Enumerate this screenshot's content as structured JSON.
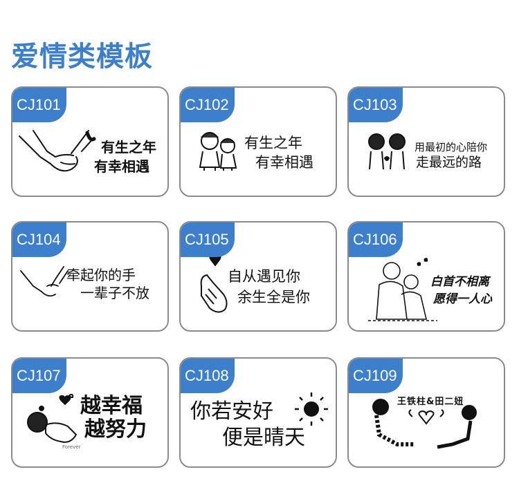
{
  "page": {
    "title": "爱情类模板"
  },
  "cards": [
    {
      "code": "CJ101",
      "lines": [
        "有生之年",
        "有幸相遇"
      ]
    },
    {
      "code": "CJ102",
      "lines": [
        "有生之年",
        "有幸相遇"
      ]
    },
    {
      "code": "CJ103",
      "lines": [
        "用最初的心陪你",
        "走最远的路"
      ]
    },
    {
      "code": "CJ104",
      "lines": [
        "牵起你的手",
        "一辈子不放"
      ]
    },
    {
      "code": "CJ105",
      "lines": [
        "自从遇见你",
        "余生全是你"
      ]
    },
    {
      "code": "CJ106",
      "lines": [
        "白首不相离",
        "愿得一人心"
      ]
    },
    {
      "code": "CJ107",
      "lines": [
        "越幸福",
        "越努力"
      ],
      "small": "Forever"
    },
    {
      "code": "CJ108",
      "lines": [
        "你若安好",
        "便是晴天"
      ]
    },
    {
      "code": "CJ109",
      "lines": [
        "王铁柱&田二妞"
      ]
    }
  ]
}
